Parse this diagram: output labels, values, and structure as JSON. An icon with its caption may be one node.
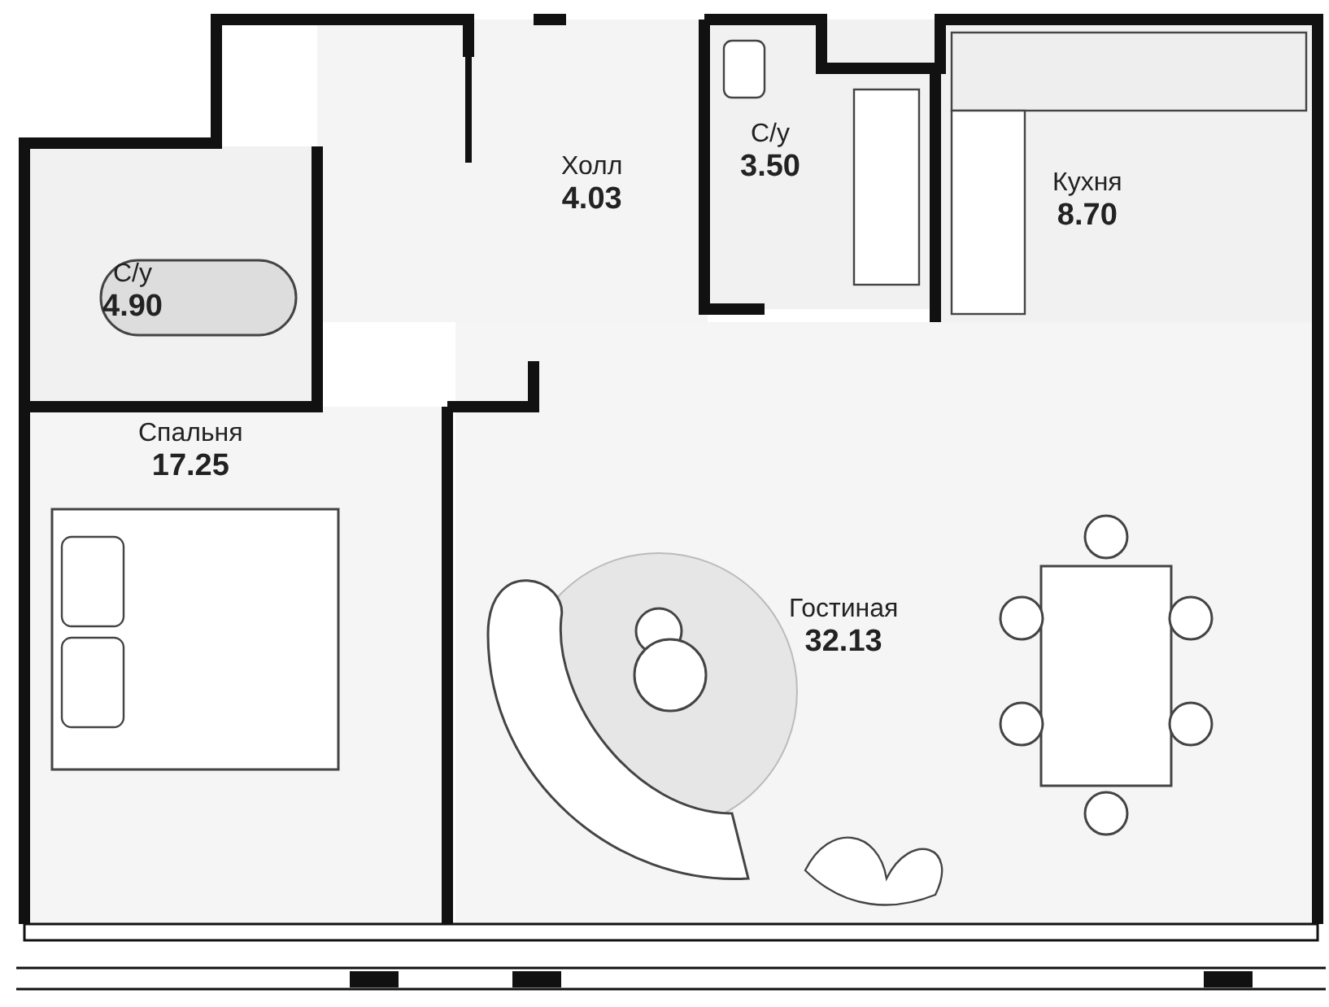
{
  "diagram": {
    "nodes": [
      {
        "text": [
          "Холл",
          "4.03"
        ]
      },
      {
        "text": [
          "С/у",
          "3.50"
        ]
      },
      {
        "text": [
          "Кухня",
          "8.70"
        ]
      },
      {
        "text": [
          "С/у",
          "4.90"
        ]
      },
      {
        "text": [
          "Спальня",
          "17.25"
        ]
      },
      {
        "text": [
          "Гостиная",
          "32.13"
        ]
      }
    ]
  }
}
